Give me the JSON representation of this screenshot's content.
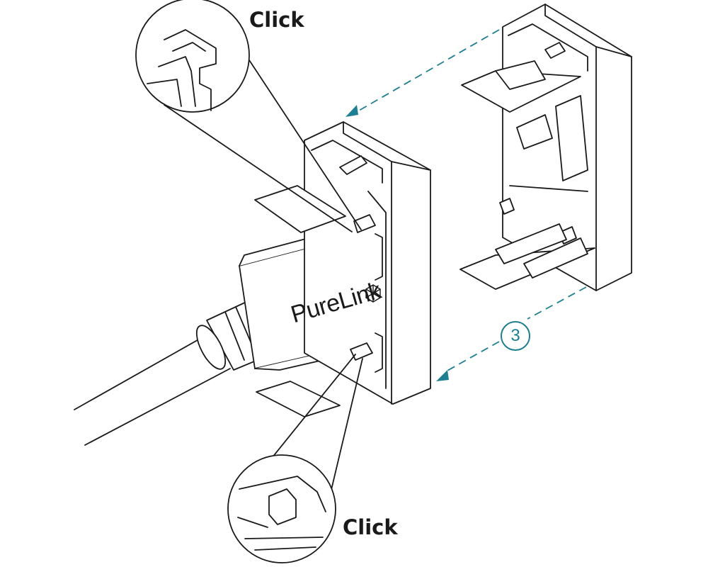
{
  "labels": {
    "click_top": "Click",
    "click_bottom": "Click"
  },
  "brand": {
    "name": "PureLink"
  },
  "step": {
    "number": "3"
  },
  "colors": {
    "line": "#1a1a1a",
    "accent": "#1f7f92",
    "background": "#ffffff"
  },
  "icons": [
    "hexagon-logo-icon",
    "arrow-head-icon"
  ]
}
